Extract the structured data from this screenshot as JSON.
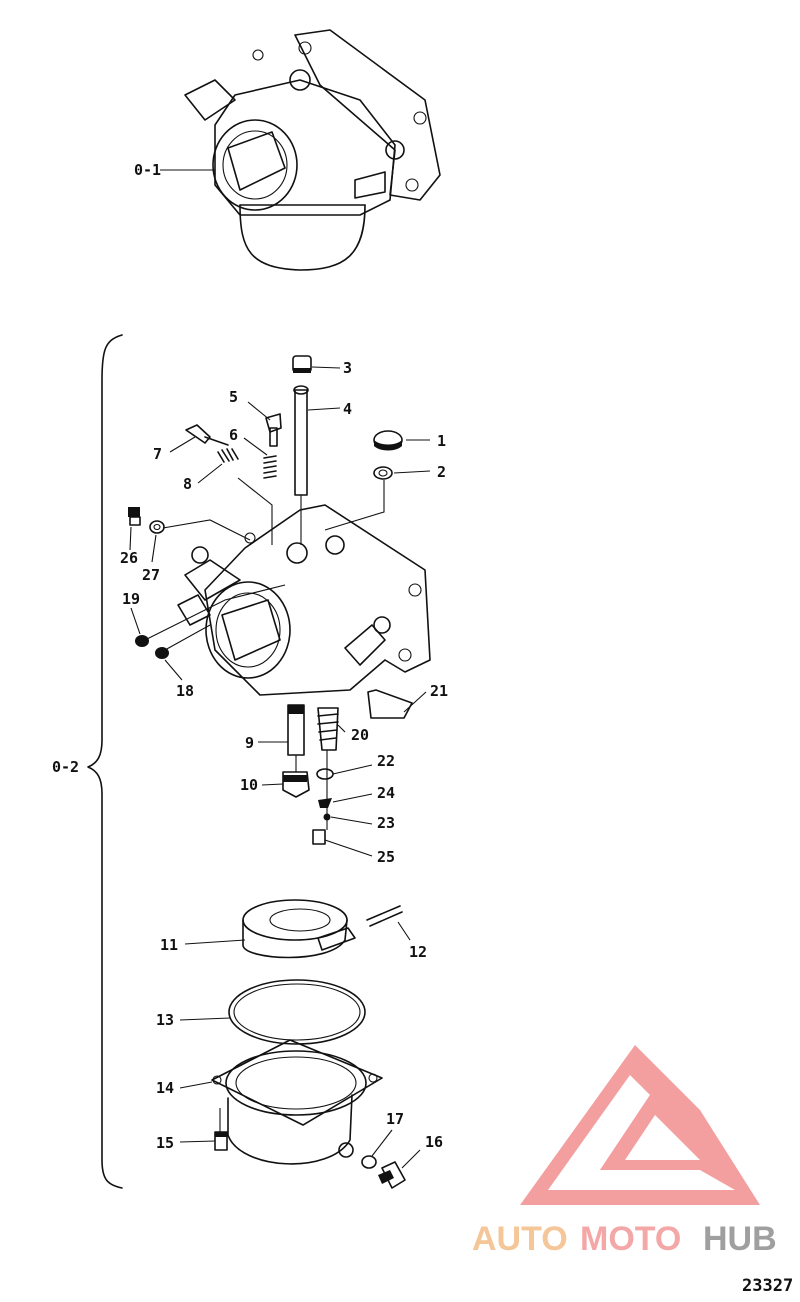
{
  "document_number": "23327",
  "watermark": {
    "part1": "AUTO",
    "part2": "MOTO",
    "part3": "HUB",
    "colors": {
      "auto": "#f4c393",
      "moto": "#f4a3a3",
      "hub": "#9a9a9a",
      "logo": "#f39a9a"
    }
  },
  "assemblies": [
    {
      "id": "0-1",
      "label": "0-1"
    },
    {
      "id": "0-2",
      "label": "0-2"
    }
  ],
  "parts": [
    "1",
    "2",
    "3",
    "4",
    "5",
    "6",
    "7",
    "8",
    "9",
    "10",
    "11",
    "12",
    "13",
    "14",
    "15",
    "16",
    "17",
    "18",
    "19",
    "20",
    "21",
    "22",
    "23",
    "24",
    "25",
    "26",
    "27"
  ]
}
